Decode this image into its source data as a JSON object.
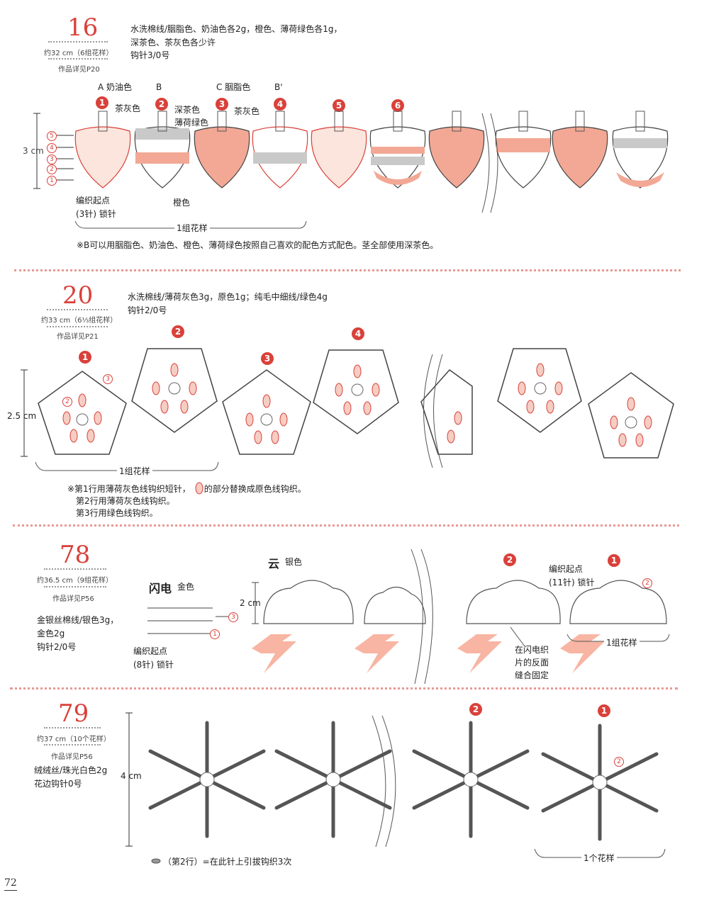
{
  "s16": {
    "number": "16",
    "length": "约32 cm（6组花样）",
    "ref": "作品详见P20",
    "materials": [
      "水洗棉线/胭脂色、奶油色各2g，橙色、薄荷绿色各1g，",
      "深茶色、茶灰色各少许",
      "钩针3/0号"
    ],
    "labels": {
      "a": "A 奶油色",
      "b": "B",
      "c": "C 胭脂色",
      "b2": "B'",
      "chahui": "茶灰色",
      "shencha": "深茶色",
      "bohe": "薄荷绿色",
      "chahui2": "茶灰色",
      "orange": "橙色"
    },
    "height": "3 cm",
    "start": [
      "编织起点",
      "(3针) 锁针"
    ],
    "repeat": "1组花样",
    "note": "※B可以用胭脂色、奶油色、橙色、薄荷绿色按照自己喜欢的配色方式配色。茎全部使用深茶色。",
    "motifs": [
      "1",
      "2",
      "3",
      "4",
      "5",
      "6"
    ],
    "rows": [
      "5",
      "4",
      "3",
      "2",
      "1"
    ]
  },
  "s20": {
    "number": "20",
    "length": "约33 cm（6⅓组花样）",
    "ref": "作品详见P21",
    "materials": [
      "水洗棉线/薄荷灰色3g，原色1g；纯毛中细线/绿色4g",
      "钩针2/0号"
    ],
    "height": "2.5 cm",
    "repeat": "1组花样",
    "notes": [
      "※第1行用薄荷灰色线钩织短针，     的部分替换成原色线钩织。",
      "第2行用薄荷灰色线钩织。",
      "第3行用绿色线钩织。"
    ],
    "motifs": [
      "1",
      "2",
      "3",
      "4"
    ],
    "rows": [
      "3",
      "2"
    ]
  },
  "s78": {
    "number": "78",
    "length": "约36.5 cm（9组花样）",
    "ref": "作品详见P56",
    "materials": [
      "金银丝棉线/银色3g，",
      "金色2g",
      "钩针2/0号"
    ],
    "lightning": "闪电",
    "gold": "金色",
    "cloud": "云",
    "silver": "银色",
    "height": "2 cm",
    "start_left": [
      "编织起点",
      "(8针) 锁针"
    ],
    "start_right": [
      "编织起点",
      "(11针) 锁针"
    ],
    "sew": [
      "在闪电织",
      "片的反面",
      "缝合固定"
    ],
    "repeat": "1组花样",
    "motifs": [
      "2",
      "1"
    ],
    "rows": [
      "3",
      "1",
      "2"
    ]
  },
  "s79": {
    "number": "79",
    "length": "约37 cm（10个花样）",
    "ref": "作品详见P56",
    "materials": [
      "绒绒丝/珠光白色2g",
      "花边钩针0号"
    ],
    "height": "4 cm",
    "repeat": "1个花样",
    "legend": "（第2行）=在此针上引拔钩织3次",
    "motifs": [
      "2",
      "1"
    ],
    "rows": [
      "2"
    ]
  },
  "page_number": "72",
  "colors": {
    "accent": "#d9413a",
    "salmon": "#f2a895",
    "gray": "#c9c9c9",
    "divider": "#e79a94"
  }
}
